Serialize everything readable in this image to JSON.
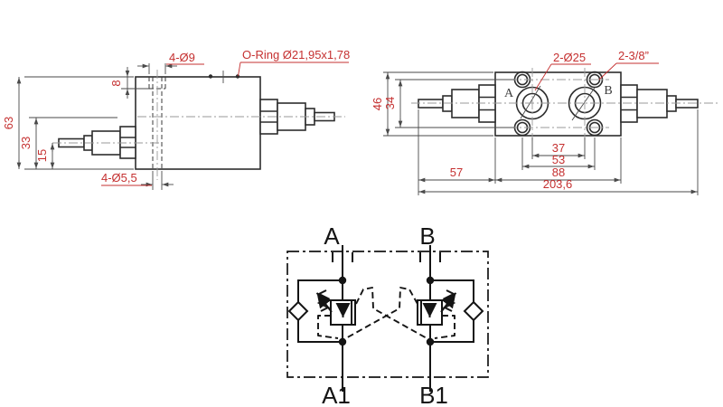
{
  "colors": {
    "background": "#ffffff",
    "part_line": "#2d2d2d",
    "dimension_line": "#4a4a4a",
    "dimension_text": "#c53030",
    "centerline": "#9a9a9a",
    "schematic_line": "#141414"
  },
  "front_view": {
    "label_top_holes": "4-Ø9",
    "label_oring": "O-Ring Ø21,95x1,78",
    "label_bottom_holes": "4-Ø5,5",
    "dim_total_height": "63",
    "dim_upper_axis_height": "33",
    "dim_lower_axis_height": "15",
    "dim_counterbore_depth": "8"
  },
  "top_view": {
    "label_ports": "2-Ø25",
    "label_thread": "2-3/8”",
    "port_a": "A",
    "port_b": "B",
    "dim_body_height": "46",
    "dim_bolt_row_spacing": "34",
    "dim_port_spacing": "37",
    "dim_bolt_column_spacing": "53",
    "dim_adjuster_length": "57",
    "dim_body_length": "88",
    "dim_total_length": "203,6"
  },
  "schematic": {
    "port_a": "A",
    "port_b": "B",
    "port_a1": "A1",
    "port_b1": "B1"
  }
}
